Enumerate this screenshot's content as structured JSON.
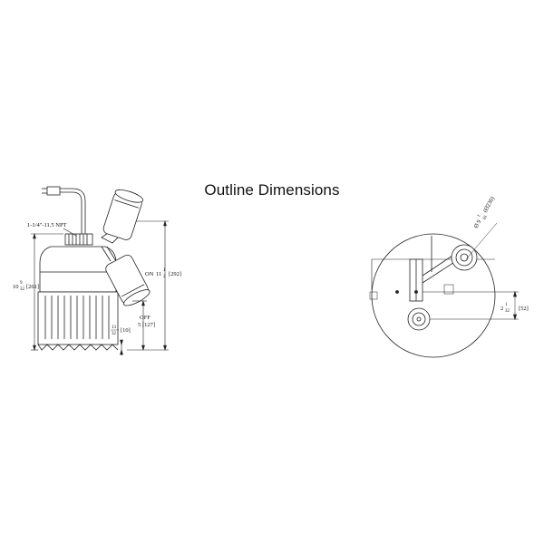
{
  "title": "Outline Dimensions",
  "side_view": {
    "npt_label": "1-1/4\"-11.5 NPT",
    "height": {
      "whole": "10",
      "num": "9",
      "den": "32",
      "metric": "[261]"
    },
    "on_level": {
      "prefix": "ON",
      "whole": "11",
      "num": "1",
      "den": "2",
      "metric": "[292]"
    },
    "off_label": "OFF",
    "off_level": {
      "whole": "5",
      "metric": "[127]"
    },
    "base": {
      "num": "13",
      "den": "32",
      "metric": "[10]"
    }
  },
  "top_view": {
    "diameter": {
      "prefix": "Ø",
      "whole": "9",
      "num": "1",
      "den": "16",
      "metric": "(Ø230)"
    },
    "offset": {
      "whole": "2",
      "num": "1",
      "den": "32",
      "metric": "[52]"
    }
  }
}
